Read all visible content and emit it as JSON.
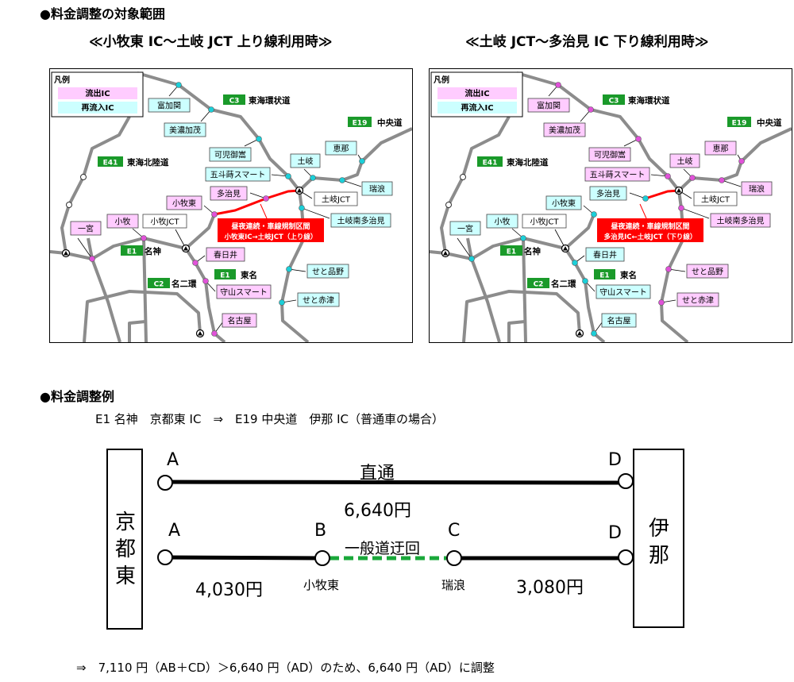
{
  "section1_title": "●料金調整の対象範囲",
  "maps": [
    {
      "title": "≪小牧東 IC～土岐 JCT 上り線利用時≫",
      "legend": {
        "title": "凡例",
        "exit": "流出IC",
        "reentry": "再流入IC"
      },
      "restriction": {
        "line1": "昼夜連続・車線規制区間",
        "line2": "小牧東IC→土岐JCT（上り線）"
      },
      "roads": [
        {
          "code": "C3",
          "name": "東海環状道"
        },
        {
          "code": "E19",
          "name": "中央道"
        },
        {
          "code": "E41",
          "name": "東海北陸道"
        },
        {
          "code": "E1",
          "name": "名神"
        },
        {
          "code": "E1",
          "name": "東名"
        },
        {
          "code": "C2",
          "name": "名二環"
        }
      ],
      "ics": [
        {
          "label": "富加関",
          "type": "reentry"
        },
        {
          "label": "美濃加茂",
          "type": "reentry"
        },
        {
          "label": "可児御嵩",
          "type": "reentry"
        },
        {
          "label": "五斗蒔スマート",
          "type": "reentry"
        },
        {
          "label": "土岐",
          "type": "reentry"
        },
        {
          "label": "恵那",
          "type": "reentry"
        },
        {
          "label": "瑞浪",
          "type": "reentry"
        },
        {
          "label": "土岐JCT",
          "type": "jct"
        },
        {
          "label": "土岐南多治見",
          "type": "reentry"
        },
        {
          "label": "多治見",
          "type": "exit"
        },
        {
          "label": "小牧東",
          "type": "exit"
        },
        {
          "label": "小牧",
          "type": "exit"
        },
        {
          "label": "小牧JCT",
          "type": "jct"
        },
        {
          "label": "一宮",
          "type": "exit"
        },
        {
          "label": "春日井",
          "type": "exit"
        },
        {
          "label": "守山スマート",
          "type": "exit"
        },
        {
          "label": "名古屋",
          "type": "exit"
        },
        {
          "label": "せと品野",
          "type": "reentry"
        },
        {
          "label": "せと赤津",
          "type": "reentry"
        }
      ]
    },
    {
      "title": "≪土岐 JCT～多治見 IC 下り線利用時≫",
      "legend": {
        "title": "凡例",
        "exit": "流出IC",
        "reentry": "再流入IC"
      },
      "restriction": {
        "line1": "昼夜連続・車線規制区間",
        "line2": "多治見IC←土岐JCT（下り線）"
      },
      "roads": [
        {
          "code": "C3",
          "name": "東海環状道"
        },
        {
          "code": "E19",
          "name": "中央道"
        },
        {
          "code": "E41",
          "name": "東海北陸道"
        },
        {
          "code": "E1",
          "name": "名神"
        },
        {
          "code": "E1",
          "name": "東名"
        },
        {
          "code": "C2",
          "name": "名二環"
        }
      ],
      "ics": [
        {
          "label": "富加関",
          "type": "exit"
        },
        {
          "label": "美濃加茂",
          "type": "exit"
        },
        {
          "label": "可児御嵩",
          "type": "exit"
        },
        {
          "label": "五斗蒔スマート",
          "type": "exit"
        },
        {
          "label": "土岐",
          "type": "exit"
        },
        {
          "label": "恵那",
          "type": "exit"
        },
        {
          "label": "瑞浪",
          "type": "exit"
        },
        {
          "label": "土岐JCT",
          "type": "jct"
        },
        {
          "label": "土岐南多治見",
          "type": "exit"
        },
        {
          "label": "多治見",
          "type": "reentry"
        },
        {
          "label": "小牧東",
          "type": "reentry"
        },
        {
          "label": "小牧",
          "type": "reentry"
        },
        {
          "label": "小牧JCT",
          "type": "jct"
        },
        {
          "label": "一宮",
          "type": "reentry"
        },
        {
          "label": "春日井",
          "type": "reentry"
        },
        {
          "label": "守山スマート",
          "type": "reentry"
        },
        {
          "label": "名古屋",
          "type": "reentry"
        },
        {
          "label": "せと品野",
          "type": "exit"
        },
        {
          "label": "せと赤津",
          "type": "exit"
        }
      ]
    }
  ],
  "section2_title": "●料金調整例",
  "example_route": "E1 名神　京都東 IC　⇒　E19 中央道　伊那 IC（普通車の場合）",
  "diagram": {
    "origin": "京都東",
    "destination": "伊那",
    "direct_label": "直通",
    "direct_price": "6,640円",
    "points": {
      "a": "A",
      "b": "B",
      "c": "C",
      "d": "D"
    },
    "detour_label": "一般道迂回",
    "ab_price": "4,030円",
    "cd_price": "3,080円",
    "b_name": "小牧東",
    "c_name": "瑞浪"
  },
  "conclusion": "⇒　7,110 円（AB＋CD）＞6,640 円（AD）のため、6,640 円（AD）に調整",
  "colors": {
    "exit": "#ffccff",
    "exit_dot": "#e052d8",
    "reentry": "#ccffff",
    "reentry_dot": "#1ccfd8",
    "road": "#8c8c8c",
    "restriction": "#ff0000",
    "shield": "#1a9a2a",
    "detour": "#1aa83a"
  }
}
